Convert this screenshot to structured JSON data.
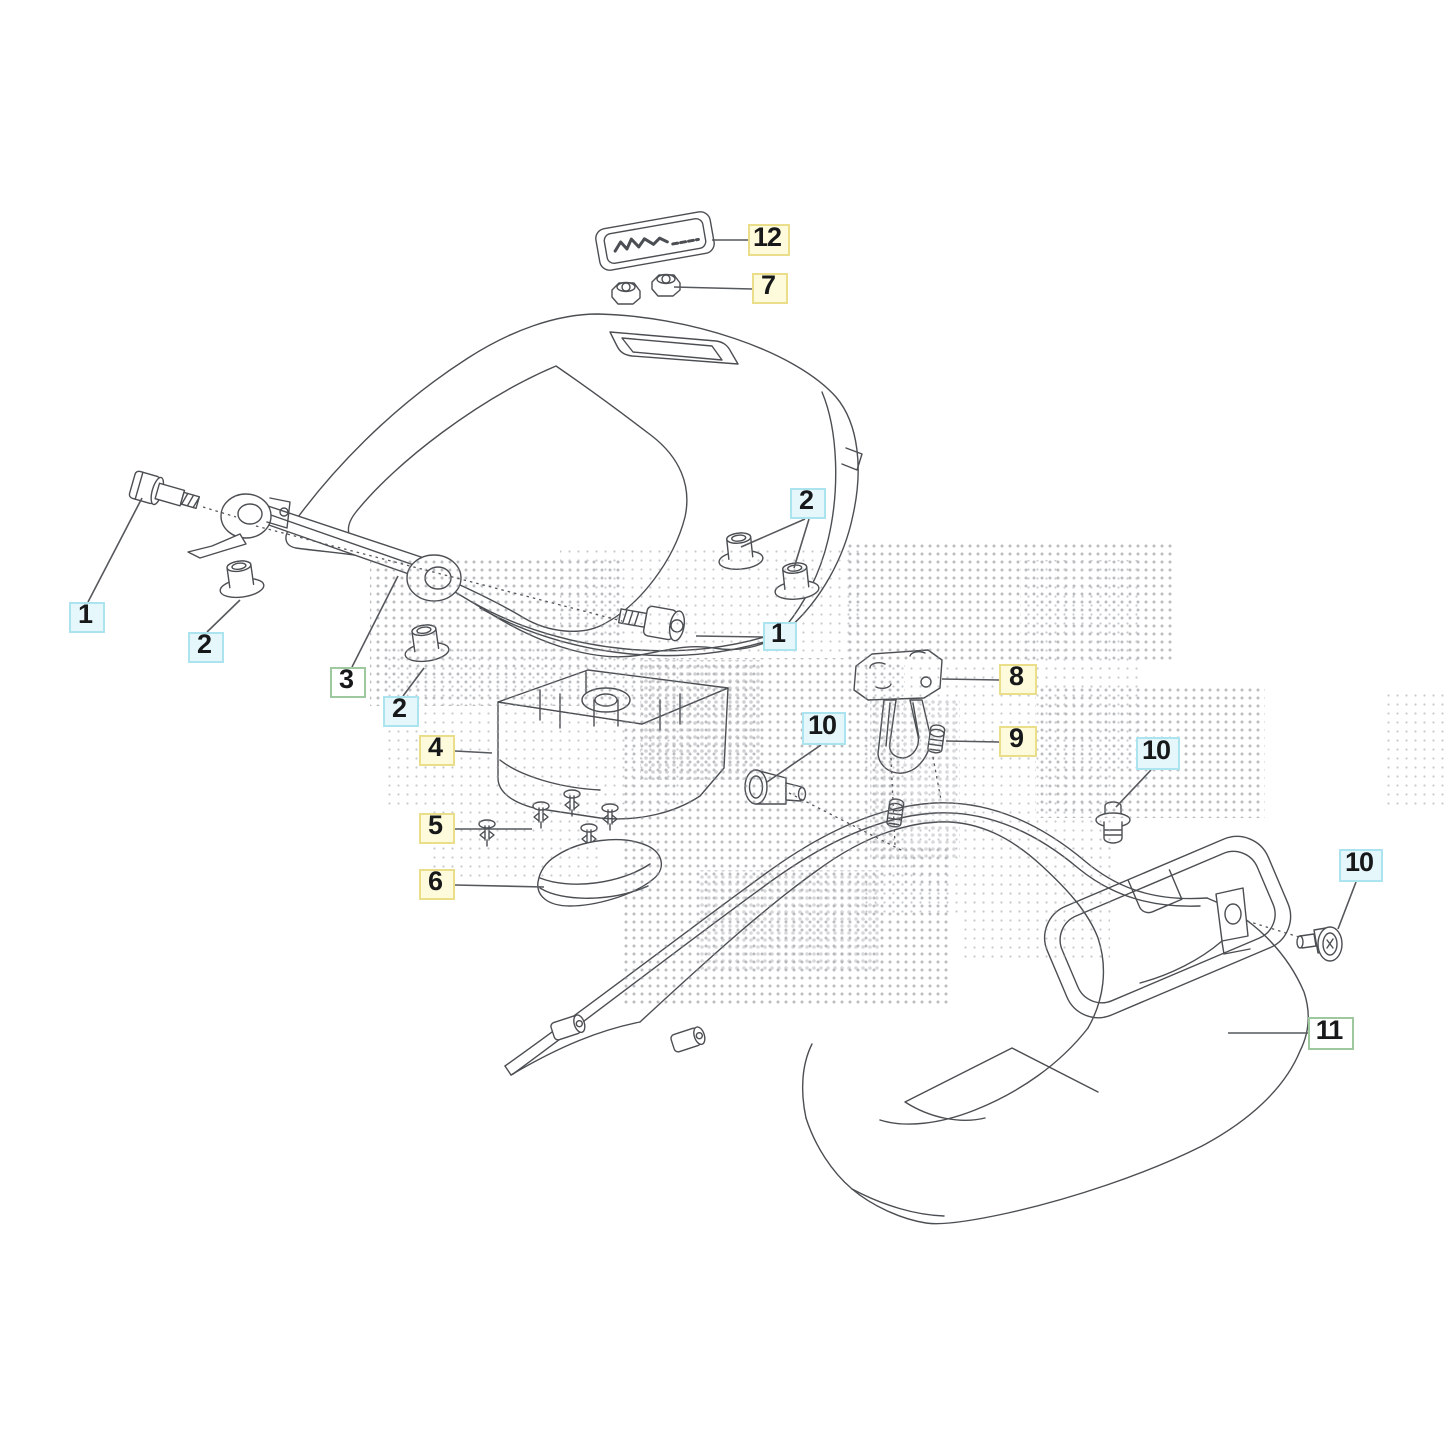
{
  "diagram": {
    "kind": "exploded-parts-diagram",
    "subject": "robot-mower body cover assembly, line-art with numbered callouts",
    "background_color": "#ffffff",
    "line_color": "#4b4e52",
    "watermark": "halftone dot pattern band across middle"
  },
  "colors": {
    "callout_yellow_fill": "#fdfbdc",
    "callout_yellow_border": "#eade8a",
    "callout_cyan_fill": "#e6f7fb",
    "callout_cyan_border": "#abe3ef",
    "callout_green_fill": "#ffffff",
    "callout_green_border": "#9ec89e",
    "callout_text": "#17181a",
    "leader_line": "#55585c"
  },
  "callouts": {
    "items": [
      {
        "label": "12",
        "style": "yellow",
        "points_to": "badge-plate"
      },
      {
        "label": "7",
        "style": "yellow",
        "points_to": "flange-nuts"
      },
      {
        "label": "1",
        "style": "cyan",
        "points_to": "cap-screw-left"
      },
      {
        "label": "2",
        "style": "cyan",
        "points_to": "grommet-left"
      },
      {
        "label": "3",
        "style": "green",
        "points_to": "top-cover"
      },
      {
        "label": "2",
        "style": "cyan",
        "points_to": "grommet-mid"
      },
      {
        "label": "4",
        "style": "yellow",
        "points_to": "box-housing"
      },
      {
        "label": "5",
        "style": "yellow",
        "points_to": "push-clips"
      },
      {
        "label": "6",
        "style": "yellow",
        "points_to": "pad"
      },
      {
        "label": "2",
        "style": "cyan",
        "points_to": "grommets-right"
      },
      {
        "label": "1",
        "style": "cyan",
        "points_to": "cap-screw-mid"
      },
      {
        "label": "8",
        "style": "yellow",
        "points_to": "mount-bracket"
      },
      {
        "label": "9",
        "style": "yellow",
        "points_to": "stud-screws"
      },
      {
        "label": "10",
        "style": "cyan",
        "points_to": "shoulder-screw-mid"
      },
      {
        "label": "10",
        "style": "cyan",
        "points_to": "shoulder-screw-upper-right"
      },
      {
        "label": "10",
        "style": "cyan",
        "points_to": "shoulder-screw-far-right"
      },
      {
        "label": "11",
        "style": "green",
        "points_to": "lower-cover"
      }
    ]
  }
}
